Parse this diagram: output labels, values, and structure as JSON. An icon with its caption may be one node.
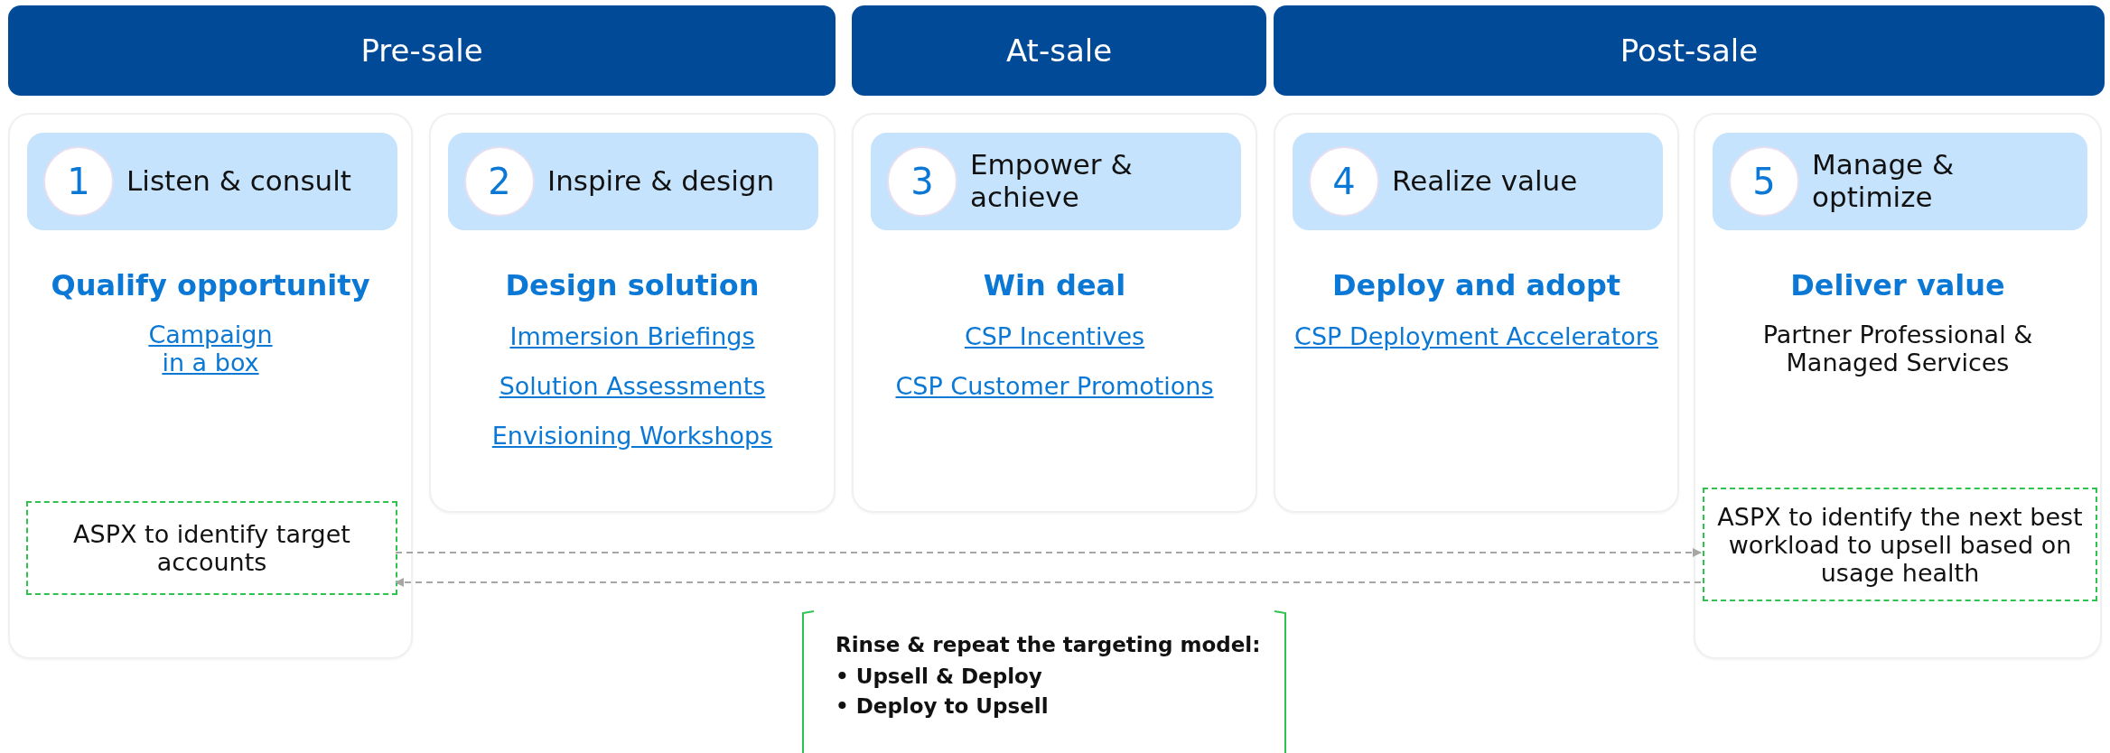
{
  "diagram": {
    "nodes": [
      {
        "text": [
          "Pre-sale"
        ]
      },
      {
        "text": [
          "At-sale"
        ]
      },
      {
        "text": [
          "Post-sale"
        ]
      },
      {
        "text": [
          "Qualify opportunity",
          "Campaign in a box"
        ]
      },
      {
        "text": [
          "1",
          "Listen & consult"
        ],
        "in": 3
      },
      {
        "text": [
          "ASPX to identify target accounts"
        ],
        "in": 3
      },
      {
        "text": [
          "Design solution",
          "Immersion Briefings",
          "Solution Assessments",
          "Envisioning Workshops"
        ]
      },
      {
        "text": [
          "2",
          "Inspire & design"
        ],
        "in": 6
      },
      {
        "text": [
          "Win deal",
          "CSP Incentives",
          "CSP Customer Promotions"
        ]
      },
      {
        "text": [
          "3",
          "Empower & achieve"
        ],
        "in": 8
      },
      {
        "text": [
          "Deploy and adopt",
          "CSP Deployment Accelerators"
        ]
      },
      {
        "text": [
          "4",
          "Realize value"
        ],
        "in": 10
      },
      {
        "text": [
          "Deliver value",
          "Partner Professional & Managed Services"
        ]
      },
      {
        "text": [
          "5",
          "Manage & optimize"
        ],
        "in": 12
      },
      {
        "text": [
          "ASPX to identify the next best workload to upsell based on usage health"
        ],
        "in": 12
      },
      {
        "text": [
          "Rinse & repeat the targeting model:",
          "• Upsell & Deploy",
          "• Deploy to Upsell"
        ]
      }
    ],
    "edges": [
      {
        "from": 5,
        "to": 14,
        "arrow": "to",
        "style": "dashed"
      },
      {
        "from": 14,
        "to": 5,
        "arrow": "to",
        "style": "dashed"
      }
    ]
  }
}
